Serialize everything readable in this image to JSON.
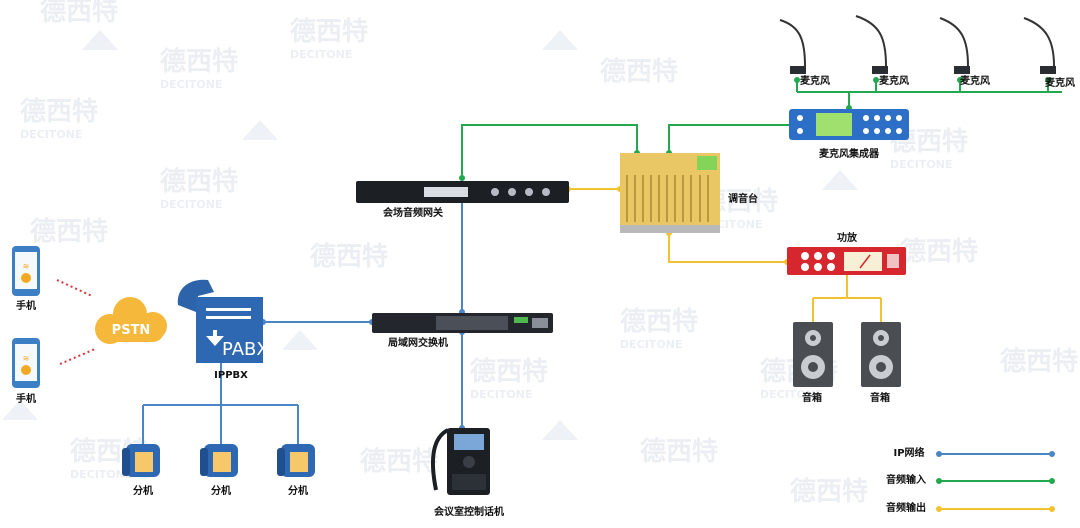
{
  "watermark": {
    "brand_cn": "德西特",
    "brand_en": "DECITONE"
  },
  "nodes": {
    "mobile_1": "手机",
    "mobile_2": "手机",
    "pstn": "PSTN",
    "pabx_text": "PABX",
    "ippbx": "IPPBX",
    "extension_1": "分机",
    "extension_2": "分机",
    "extension_3": "分机",
    "audio_gateway": "会场音频网关",
    "lan_switch": "局域网交换机",
    "conference_phone": "会议室控制话机",
    "mixer": "调音台",
    "mic_1": "麦克风",
    "mic_2": "麦克风",
    "mic_3": "麦克风",
    "mic_4": "麦克风",
    "mic_integrator": "麦克风集成器",
    "amplifier": "功放",
    "speaker_1": "音箱",
    "speaker_2": "音箱"
  },
  "legend": [
    {
      "label": "IP网络",
      "color": "#4a86c5"
    },
    {
      "label": "音频输入",
      "color": "#22a94f"
    },
    {
      "label": "音频输出",
      "color": "#f2c230"
    }
  ],
  "colors": {
    "ip": "#4a86c5",
    "audio_in": "#22a94f",
    "audio_out": "#f2c230",
    "pstn_link": "#d9343a"
  }
}
